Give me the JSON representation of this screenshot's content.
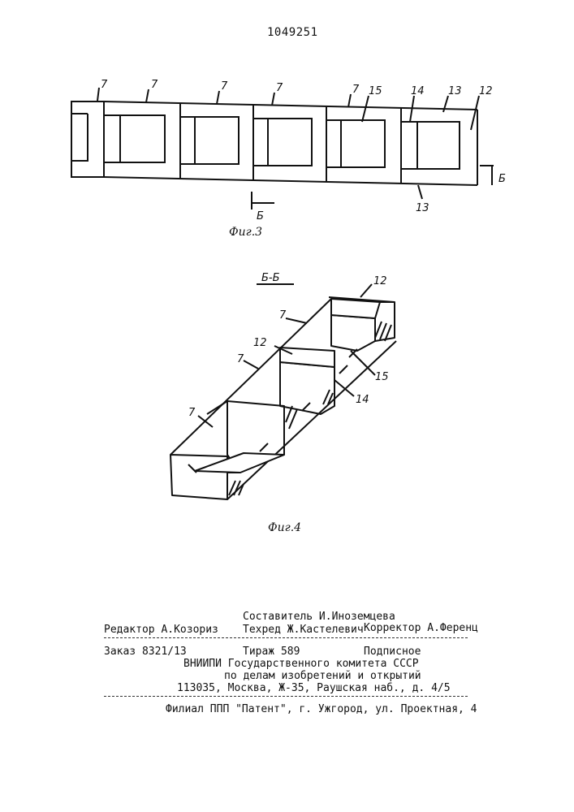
{
  "document": {
    "patent_number": "1049251",
    "figure3": {
      "caption": "Фиг.3",
      "section_mark": "Б",
      "labels": {
        "seven": "7",
        "twelve": "12",
        "thirteen": "13",
        "fourteen": "14",
        "fifteen": "15"
      }
    },
    "figure4": {
      "section_title": "Б-Б",
      "caption": "Фиг.4",
      "labels": {
        "seven": "7",
        "twelve": "12",
        "fourteen": "14",
        "fifteen": "15"
      }
    },
    "imprint": {
      "compiler": "Составитель И.Иноземцева",
      "editor": "Редактор А.Козориз",
      "techred": "Техред Ж.Кастелевич",
      "corrector": "Корректор А.Ференц",
      "order": "Заказ 8321/13",
      "circulation": "Тираж 589",
      "subscription": "Подписное",
      "institute": "ВНИИПИ Государственного комитета СССР",
      "affairs": "по делам изобретений и открытий",
      "address": "113035, Москва, Ж-35, Раушская наб., д. 4/5",
      "branch": "Филиал ППП \"Патент\", г. Ужгород, ул. Проектная, 4"
    }
  }
}
